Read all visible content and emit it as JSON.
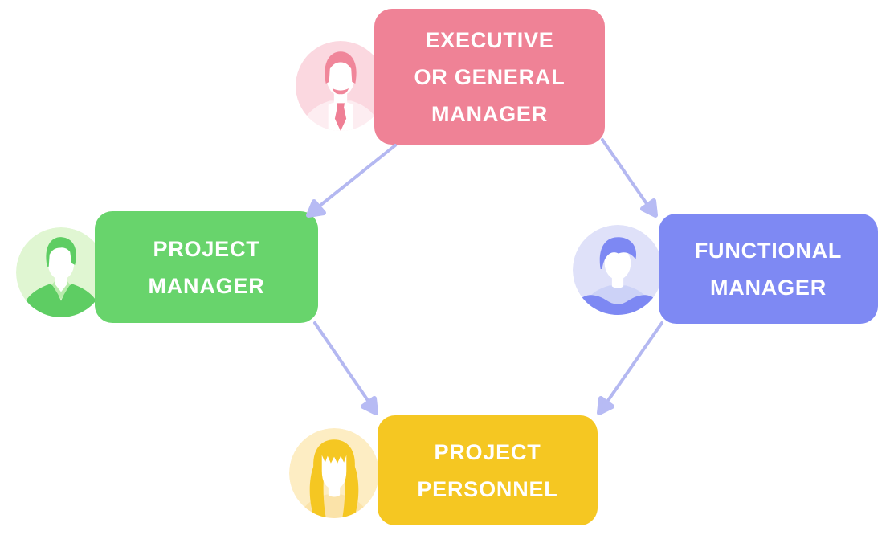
{
  "diagram": {
    "type": "organizational-chart",
    "background_color": "#ffffff",
    "arrow_color": "#b4b8f1",
    "nodes": [
      {
        "id": "executive-or-general-manager",
        "label": "EXECUTIVE OR GENERAL MANAGER",
        "lines": [
          "EXECUTIVE",
          "OR GENERAL",
          "MANAGER"
        ],
        "color": "#ef8296",
        "avatar": "male-executive-mustache-suit-tie-icon",
        "avatar_bg": "#fbd8e0",
        "position": "top-center"
      },
      {
        "id": "project-manager",
        "label": "PROJECT MANAGER",
        "lines": [
          "PROJECT",
          "MANAGER"
        ],
        "color": "#68d46c",
        "avatar": "male-hoodie-icon",
        "avatar_bg": "#e0f6d2",
        "position": "middle-left"
      },
      {
        "id": "functional-manager",
        "label": "FUNCTIONAL MANAGER",
        "lines": [
          "FUNCTIONAL",
          "MANAGER"
        ],
        "color": "#7e89f3",
        "avatar": "male-crossed-arms-icon",
        "avatar_bg": "#dfe1f9",
        "position": "middle-right"
      },
      {
        "id": "project-personnel",
        "label": "PROJECT PERSONNEL",
        "lines": [
          "PROJECT",
          "PERSONNEL"
        ],
        "color": "#f5c722",
        "avatar": "female-long-hair-bangs-icon",
        "avatar_bg": "#fdedc3",
        "position": "bottom-center"
      }
    ],
    "edges": [
      {
        "from": "executive-or-general-manager",
        "to": "project-manager"
      },
      {
        "from": "executive-or-general-manager",
        "to": "functional-manager"
      },
      {
        "from": "project-manager",
        "to": "project-personnel"
      },
      {
        "from": "functional-manager",
        "to": "project-personnel"
      }
    ]
  }
}
